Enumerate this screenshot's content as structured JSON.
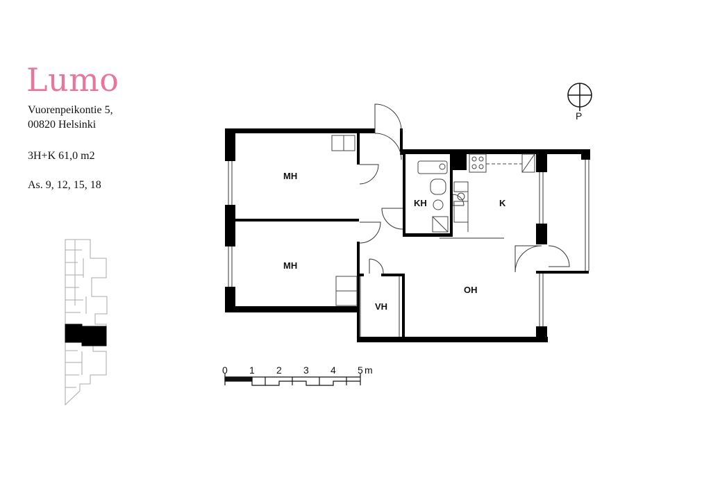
{
  "brand": {
    "name": "Lumo",
    "color": "#e8769a"
  },
  "address": {
    "street": "Vuorenpeikontie 5,",
    "postal": "00820 Helsinki"
  },
  "apartment": {
    "type_size": "3H+K 61,0 m2",
    "units": "As. 9, 12, 15, 18"
  },
  "compass": {
    "label": "P"
  },
  "rooms": {
    "mh_upper": "MH",
    "mh_lower": "MH",
    "kh": "KH",
    "k": "K",
    "oh": "OH",
    "vh": "VH"
  },
  "scale": {
    "ticks": [
      "0",
      "1",
      "2",
      "3",
      "4",
      "5"
    ],
    "unit": "m"
  },
  "colors": {
    "wall": "#000000",
    "line": "#333333",
    "highlight": "#000000"
  }
}
